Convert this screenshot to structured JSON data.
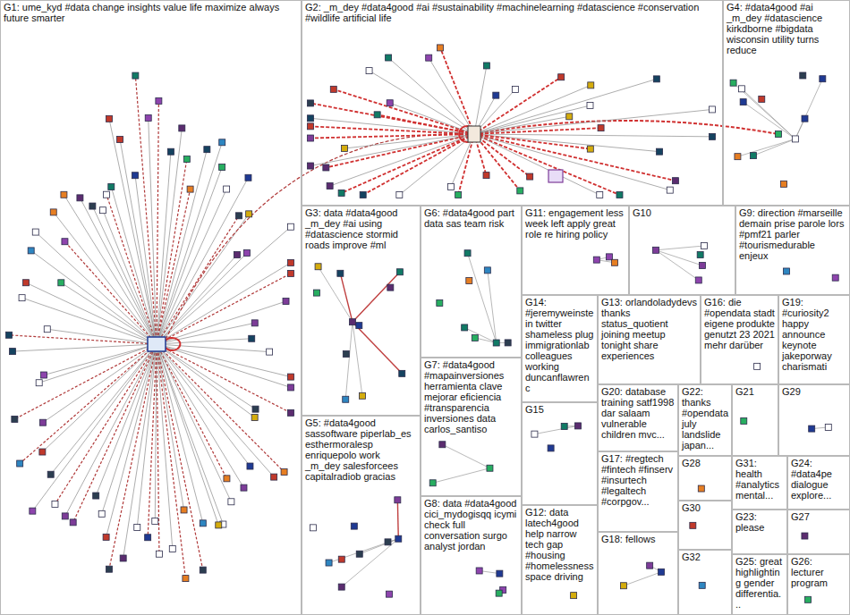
{
  "diagram": {
    "nodes": [
      {
        "text": [
          "G1: ume_kyd #data change insights value life maximize always future smarter"
        ]
      },
      {
        "text": [
          "G2: _m_dey #data4good #ai #sustainability #machinelearning #datascience #conservation #wildlife artificial life"
        ]
      },
      {
        "text": [
          "G4: #data4good #ai _m_dey #datascience kirkdborne #bigdata wisconsin utility turns reduce"
        ]
      },
      {
        "text": [
          "G3: data #data4good _m_dey #ai using #datascience stormid roads improve #ml"
        ]
      },
      {
        "text": [
          "G6: #data4good part data sas team risk"
        ]
      },
      {
        "text": [
          "G11: engagement less week left apply great role re hiring policy"
        ]
      },
      {
        "text": [
          "G10"
        ]
      },
      {
        "text": [
          "G9: direction #marseille demain prise parole lors #pmf21 parler #tourismedurable enjeux"
        ]
      },
      {
        "text": [
          "G14: #jeremyweinstein twitter shameless plug immigrationlab colleagues working duncanflawrenc"
        ]
      },
      {
        "text": [
          "G13: orlandoladydevs thanks status_quotient joining meetup tonight share experiences"
        ]
      },
      {
        "text": [
          "G16: die #opendata stadt eigene produkte genutzt 23 2021 mehr darüber"
        ]
      },
      {
        "text": [
          "G19: #curiosity2 happy announce keynote jakeporway charismati"
        ]
      },
      {
        "text": [
          "G7: #data4good #mapainversiones herramienta clave mejorar eficiencia #transparencia inversiones data carlos_santiso"
        ]
      },
      {
        "text": [
          "G20: database training satf1998 dar salaam vulnerable children mvc..."
        ]
      },
      {
        "text": [
          "G22: thanks #opendata july landslide japan..."
        ]
      },
      {
        "text": [
          "G21"
        ]
      },
      {
        "text": [
          "G29"
        ]
      },
      {
        "text": [
          "G15"
        ]
      },
      {
        "text": [
          "G5: #data4good sassoftware piperlab_es esthermoralesp enriquepolo work _m_dey salesforcees capitalradiob gracias"
        ]
      },
      {
        "text": [
          "G17: #regtech #fintech #finserv #insurtech #legaltech #corpgov..."
        ]
      },
      {
        "text": [
          "G28"
        ]
      },
      {
        "text": [
          "G31: health #analytics mental..."
        ]
      },
      {
        "text": [
          "G24: #data4pe dialogue explore..."
        ]
      },
      {
        "text": [
          "G8: data #data4good cici_mydogisqq icymi check full conversation surgo analyst jordan"
        ]
      },
      {
        "text": [
          "G12: data latech4good help narrow tech gap #housing #homelessness space driving"
        ]
      },
      {
        "text": [
          "G30"
        ]
      },
      {
        "text": [
          "G23: please"
        ]
      },
      {
        "text": [
          "G27"
        ]
      },
      {
        "text": [
          "G18: fellows"
        ]
      },
      {
        "text": [
          "G32"
        ]
      },
      {
        "text": [
          "G25: great highlighting gender differentia..."
        ]
      },
      {
        "text": [
          "G26: lecturer program"
        ]
      }
    ]
  }
}
